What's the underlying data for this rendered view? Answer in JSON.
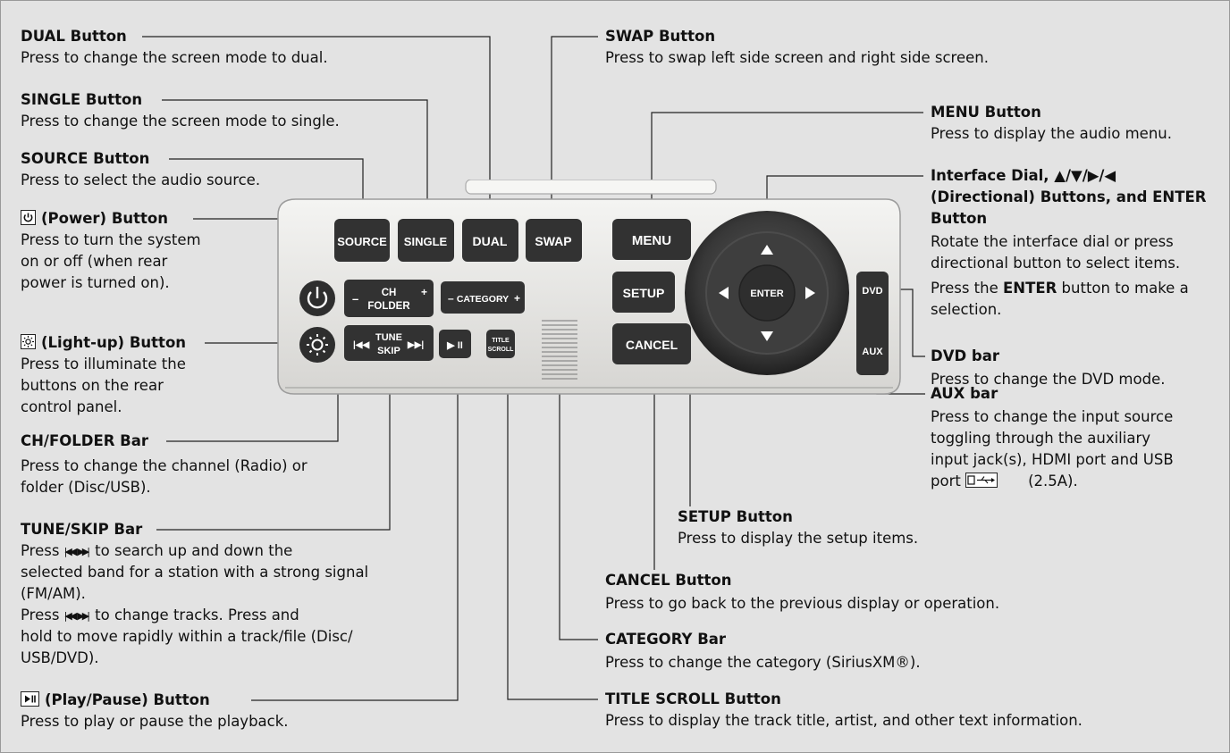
{
  "buttons": {
    "source": "SOURCE",
    "single": "SINGLE",
    "dual": "DUAL",
    "swap": "SWAP",
    "menu": "MENU",
    "setup": "SETUP",
    "cancel": "CANCEL",
    "enter": "ENTER",
    "ch_top": "CH",
    "ch_bottom": "FOLDER",
    "category": "CATEGORY",
    "tune_top": "TUNE",
    "tune_bottom": "SKIP",
    "play": "▶ II",
    "title_top": "TITLE",
    "title_bottom": "SCROLL",
    "dvd": "DVD",
    "aux": "AUX",
    "minus": "–",
    "plus": "+"
  },
  "annotations": {
    "dual": {
      "title": "DUAL Button",
      "desc": "Press to change the screen mode to dual."
    },
    "single": {
      "title": "SINGLE Button",
      "desc": "Press to change the screen mode to single."
    },
    "source": {
      "title": "SOURCE Button",
      "desc": "Press to select the audio source."
    },
    "power": {
      "title": "(Power) Button",
      "desc": [
        "Press to turn the system",
        "on or off (when rear",
        "power is turned on)."
      ]
    },
    "light": {
      "title": "(Light-up) Button",
      "desc": [
        "Press to illuminate the",
        "buttons on the rear",
        "control panel."
      ]
    },
    "ch_folder": {
      "title": "CH/FOLDER Bar",
      "desc": [
        "Press to change the channel (Radio) or",
        "folder (Disc/USB)."
      ]
    },
    "tune_skip": {
      "title": "TUNE/SKIP Bar",
      "line1a": "Press ",
      "line1b": " to search up and down the",
      "line2": "selected band for a station with a strong signal",
      "line3": "(FM/AM).",
      "line4a": "Press ",
      "line4b": " to change tracks. Press and",
      "line5": "hold to move rapidly within a track/file (Disc/",
      "line6": "USB/DVD)."
    },
    "play_pause": {
      "title": "(Play/Pause) Button",
      "desc": "Press to play or pause the playback."
    },
    "swap": {
      "title": "SWAP Button",
      "desc": "Press to swap left side screen and right side screen."
    },
    "menu": {
      "title": "MENU Button",
      "desc": "Press to display the audio menu."
    },
    "interface": {
      "title1": "Interface Dial, ▲/▼/▶/◀",
      "title2": "(Directional) Buttons, and ENTER",
      "title3": "Button",
      "desc1": "Rotate the interface dial or press",
      "desc2": "directional button to select items.",
      "desc3a": "Press the ",
      "desc3b": "ENTER",
      "desc3c": " button to make a",
      "desc4": "selection."
    },
    "dvd": {
      "title": "DVD bar",
      "desc": "Press to change the DVD mode."
    },
    "aux": {
      "title": "AUX bar",
      "desc1": "Press to change the input source",
      "desc2": "toggling through the auxiliary",
      "desc3": "input jack(s), HDMI port and USB",
      "desc4a": "port ",
      "desc4b": "(2.5A)."
    },
    "setup": {
      "title": "SETUP Button",
      "desc": "Press to display the setup items."
    },
    "cancel": {
      "title": "CANCEL Button",
      "desc": "Press to go back to the previous display or operation."
    },
    "category": {
      "title": "CATEGORY Bar",
      "desc": "Press to change the category (SiriusXM®)."
    },
    "title_scroll": {
      "title": "TITLE SCROLL Button",
      "desc": "Press to display the track title, artist, and other text information."
    }
  },
  "colors": {
    "background": "#e3e3e3",
    "button": "#333333",
    "panel": "#ecebe8",
    "dial": "#3a3a3a"
  }
}
